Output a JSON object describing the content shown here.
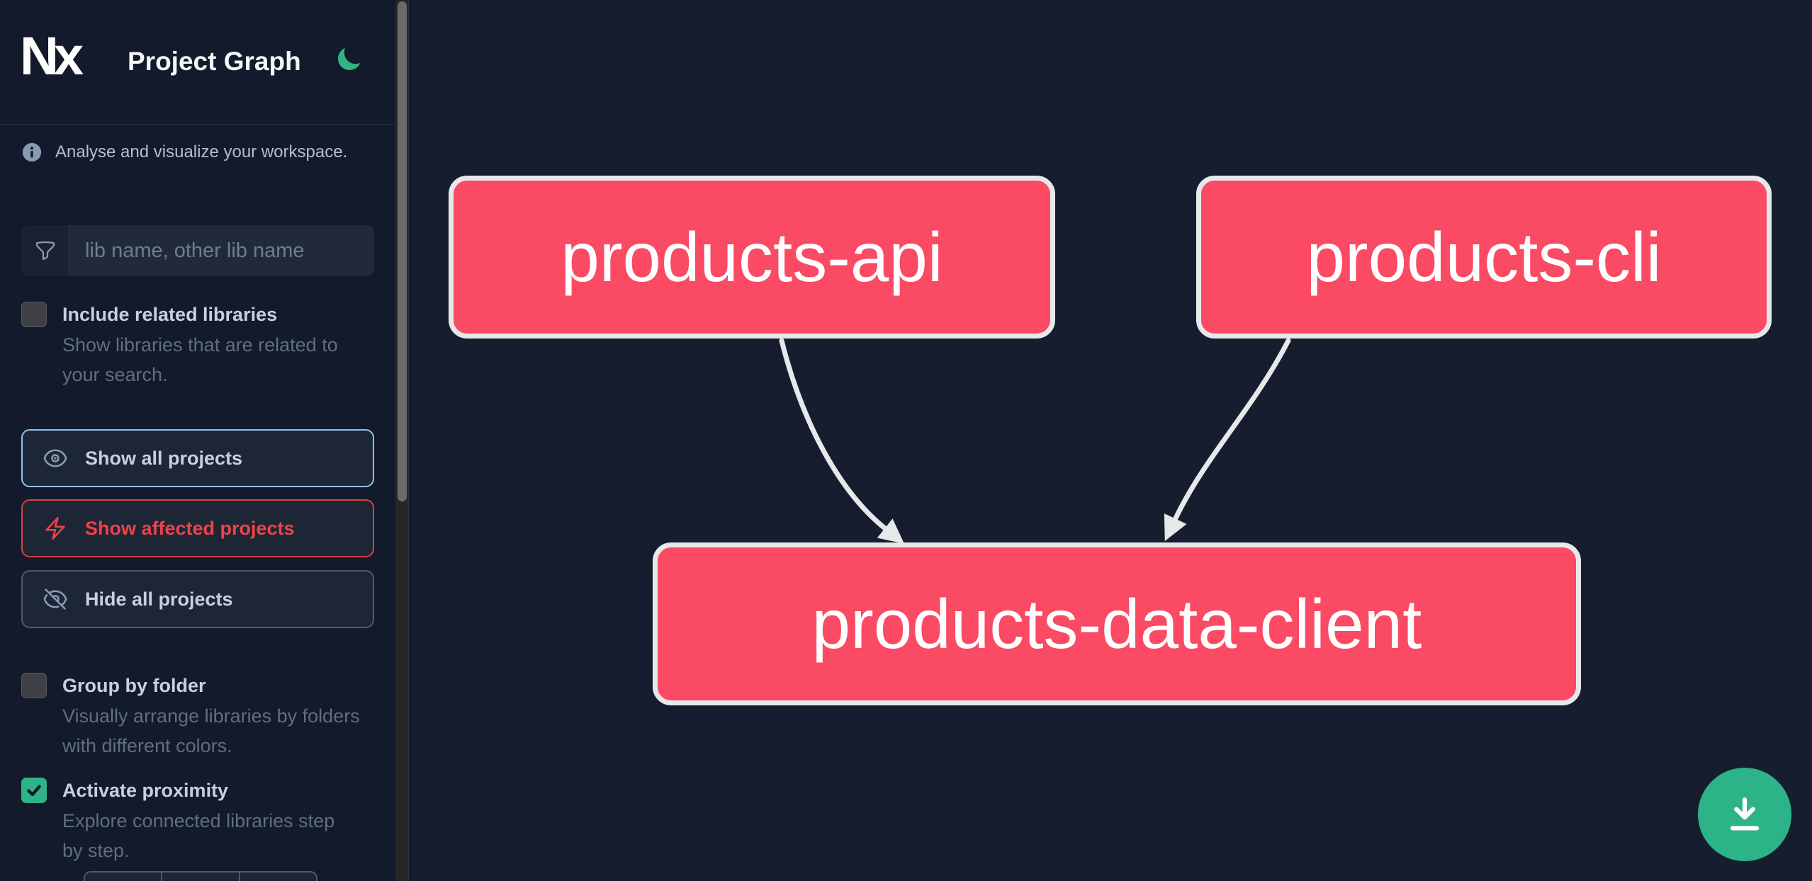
{
  "header": {
    "logo_text": "Nx",
    "title": "Project Graph"
  },
  "sidebar": {
    "tagline": "Analyse and visualize your workspace.",
    "search": {
      "placeholder": "lib name, other lib name",
      "value": ""
    },
    "include_related": {
      "label": "Include related libraries",
      "description": "Show libraries that are related to your search.",
      "checked": false
    },
    "actions": {
      "show_all": {
        "label": "Show all projects",
        "icon": "eye-icon"
      },
      "show_affected": {
        "label": "Show affected projects",
        "icon": "bolt-icon"
      },
      "hide_all": {
        "label": "Hide all projects",
        "icon": "eye-slash-icon"
      }
    },
    "group_by_folder": {
      "label": "Group by folder",
      "description": "Visually arrange libraries by folders with different colors.",
      "checked": false
    },
    "activate_proximity": {
      "label": "Activate proximity",
      "description": "Explore connected libraries step by step.",
      "checked": true
    }
  },
  "graph": {
    "nodes": [
      {
        "id": "products-api"
      },
      {
        "id": "products-cli"
      },
      {
        "id": "products-data-client"
      }
    ],
    "edges": [
      {
        "source": "products-api",
        "target": "products-data-client"
      },
      {
        "source": "products-cli",
        "target": "products-data-client"
      }
    ]
  },
  "fab": {
    "action": "download"
  },
  "colors": {
    "node_fill": "#fa4a64",
    "node_border": "#e7e8ea",
    "edge": "#e7e8ea",
    "accent_green": "#2fb487",
    "accent_blue": "#8fc2f8",
    "accent_red": "#ef4249",
    "sidebar_bg": "#121a2b",
    "graph_bg": "#151d2f"
  }
}
